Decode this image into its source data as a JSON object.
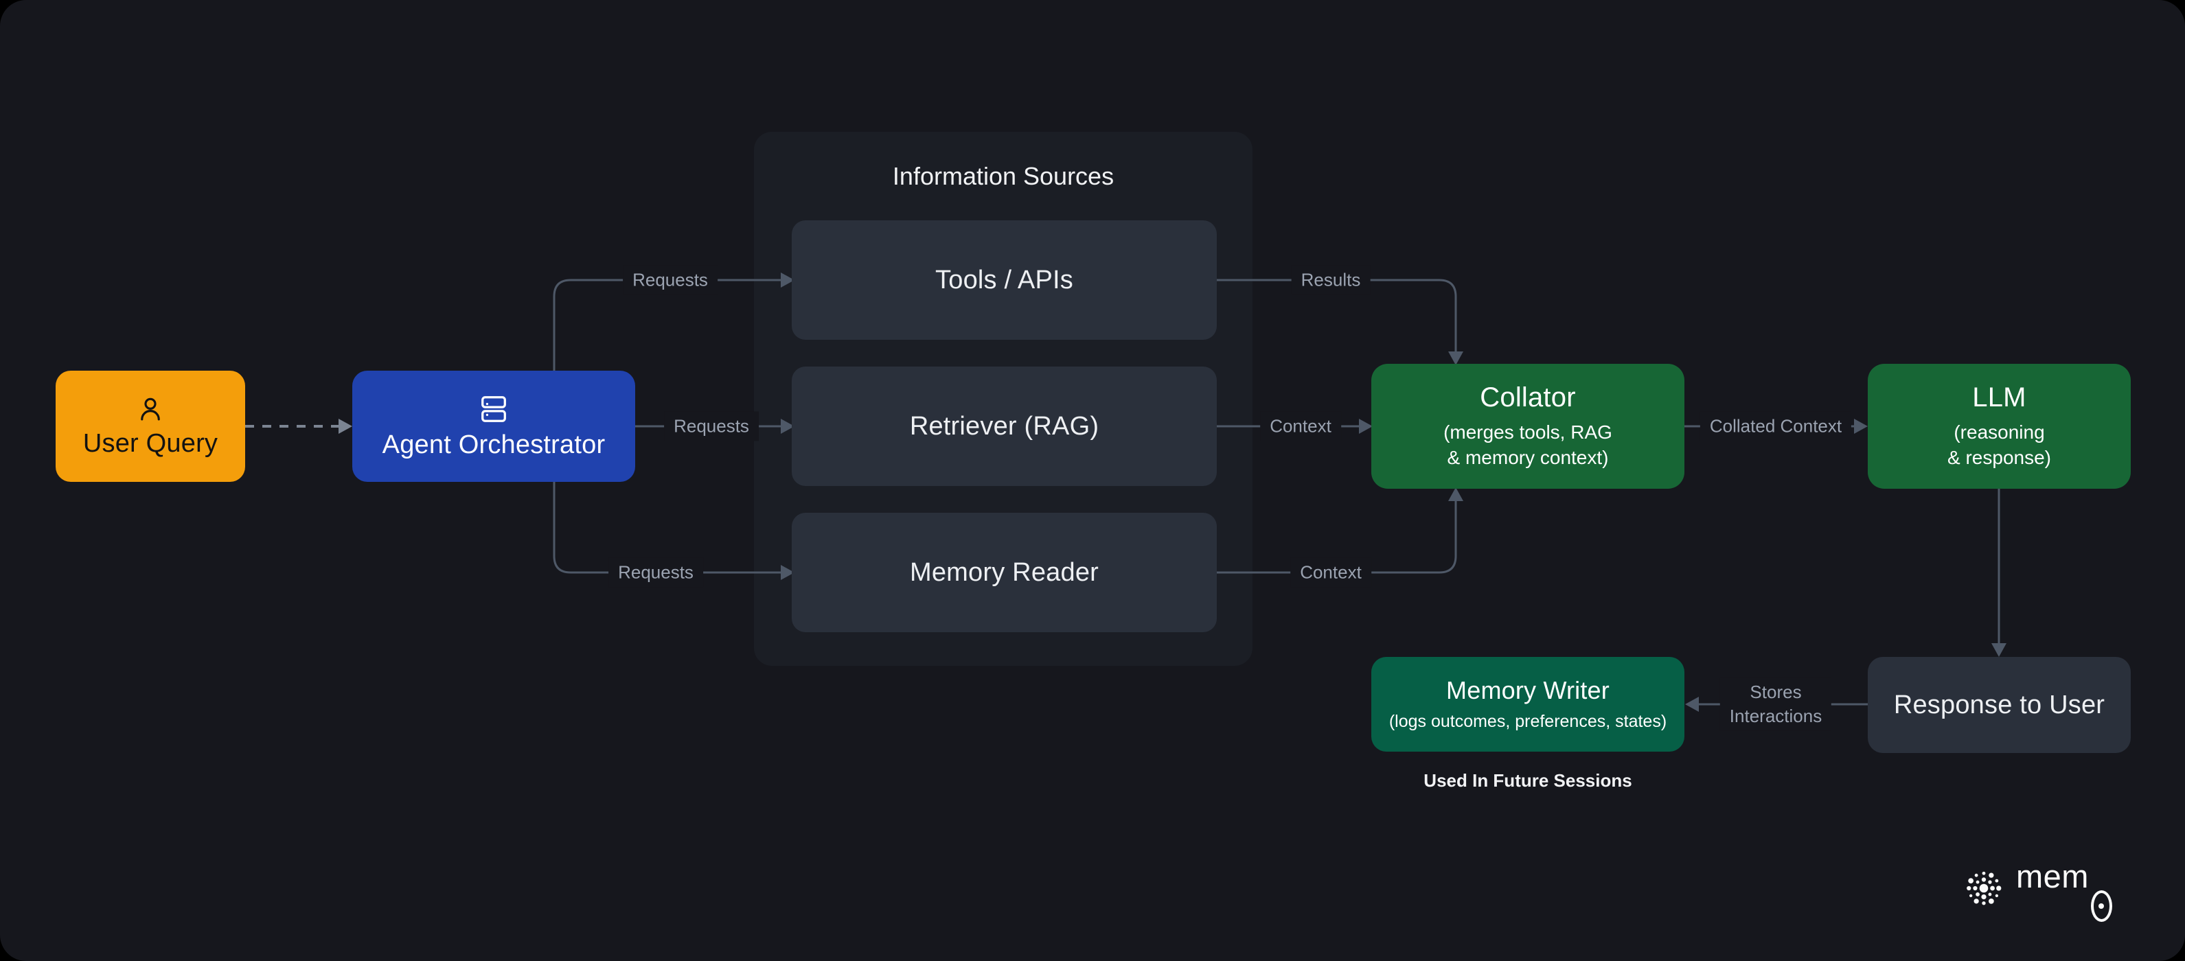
{
  "nodes": {
    "user_query": {
      "label": "User Query"
    },
    "orchestrator": {
      "label": "Agent Orchestrator"
    },
    "info_sources": {
      "title": "Information Sources",
      "tools": "Tools / APIs",
      "retriever": "Retriever (RAG)",
      "memory_reader": "Memory Reader"
    },
    "collator": {
      "title": "Collator",
      "subtitle_line1": "(merges tools, RAG",
      "subtitle_line2": "& memory context)"
    },
    "llm": {
      "title": "LLM",
      "subtitle_line1": "(reasoning",
      "subtitle_line2": "& response)"
    },
    "memory_writer": {
      "title": "Memory Writer",
      "subtitle": "(logs outcomes, preferences, states)",
      "note": "Used In Future Sessions"
    },
    "response": {
      "label": "Response to User"
    }
  },
  "edges": {
    "requests": "Requests",
    "results": "Results",
    "context": "Context",
    "collated_context": "Collated Context",
    "stores_line1": "Stores",
    "stores_line2": "Interactions"
  },
  "branding": {
    "name_prefix": "mem",
    "name_suffix": "0"
  },
  "colors": {
    "background": "#16171d",
    "panel": "#1b1e25",
    "card": "#2a303b",
    "accent_orange": "#f49e0b",
    "accent_blue": "#2042ae",
    "accent_green": "#176635",
    "accent_teal_green": "#065f46",
    "edge_line": "#4e5867",
    "edge_label": "#9ba3b1"
  }
}
